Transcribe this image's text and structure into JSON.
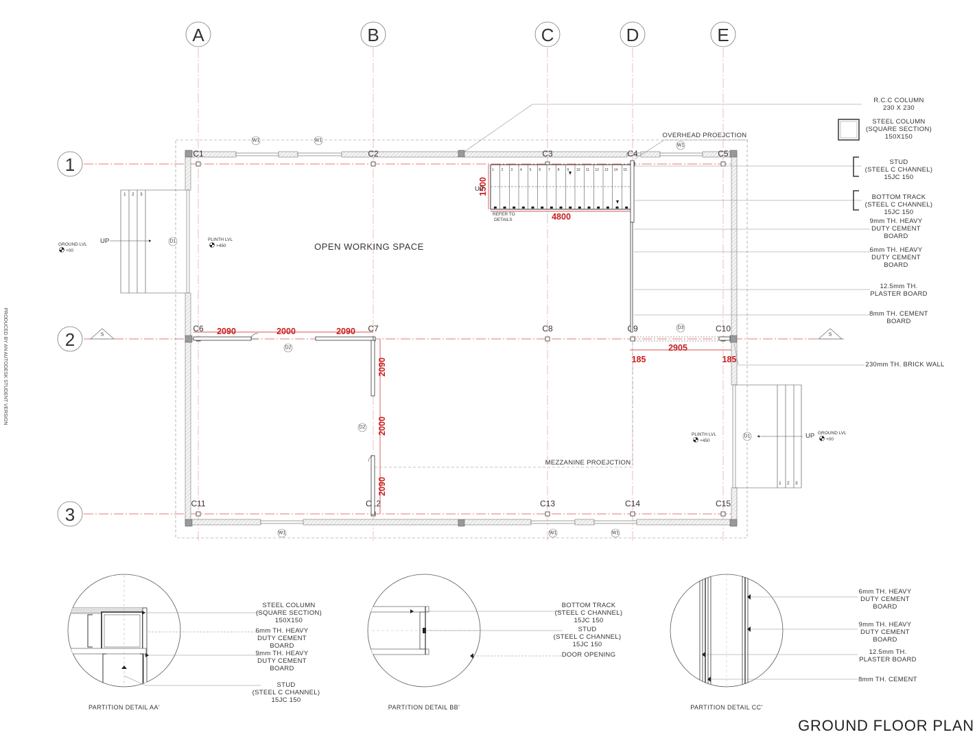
{
  "drawing": {
    "title": "GROUND FLOOR PLAN",
    "watermark": "PRODUCED BY AN AUTODESK STUDENT VERSION"
  },
  "grid_labels": {
    "columns": [
      "A",
      "B",
      "C",
      "D",
      "E"
    ],
    "rows": [
      "1",
      "2",
      "3"
    ]
  },
  "column_labels": [
    "C1",
    "C2",
    "C3",
    "C4",
    "C5",
    "C6",
    "C7",
    "C8",
    "C9",
    "C10",
    "C11",
    "C12",
    "C13",
    "C14",
    "C15"
  ],
  "room": {
    "name": "OPEN  WORKING SPACE"
  },
  "notes": {
    "overhead_projection": "OVERHEAD PROEJCTION",
    "mezzanine_projection": "MEZZANINE PROEJCTION",
    "refer_to": "REFER TO",
    "details": "DETAILS",
    "up": "UP",
    "ground_lvl": "GROUND LVL",
    "ground_lvl_value": "+00",
    "plinth_lvl": "PLINTH LVL",
    "plinth_lvl_value": "+450",
    "section_marker": "S"
  },
  "tags": {
    "window": "W1",
    "door1": "D1",
    "door2": "D2",
    "door3": "D3"
  },
  "dimensions": {
    "stair_run": "4800",
    "stair_width": "1500",
    "partition_c6_1": "2090",
    "partition_c6_2": "2000",
    "partition_c6_3": "2090",
    "partition_c7_1": "2090",
    "partition_c7_2": "2000",
    "partition_c7_3": "2090",
    "door_c9_c10": "2905",
    "offset_c9": "185",
    "offset_c10": "185"
  },
  "stair_numbers": [
    "1",
    "2",
    "3",
    "4",
    "5",
    "6",
    "7",
    "8",
    "9",
    "10",
    "11",
    "12",
    "13",
    "14",
    "15"
  ],
  "entry_steps": [
    "1",
    "2",
    "3"
  ],
  "legend": {
    "rcc_column": [
      "R.C.C COLUMN",
      "230 X 230"
    ],
    "steel_column": [
      "STEEL COLUMN",
      "(SQUARE SECTION)",
      "150X150"
    ],
    "stud": [
      "STUD",
      "(STEEL C CHANNEL)",
      "15JC 150"
    ],
    "bottom_track": [
      "BOTTOM TRACK",
      "(STEEL C CHANNEL)",
      "15JC 150"
    ],
    "board_9mm": [
      "9mm TH. HEAVY",
      "DUTY CEMENT",
      "BOARD"
    ],
    "board_6mm": [
      "6mm TH. HEAVY",
      "DUTY CEMENT",
      "BOARD"
    ],
    "plaster_board": [
      "12.5mm TH.",
      "PLASTER BOARD"
    ],
    "cement_board": [
      "8mm TH. CEMENT",
      "BOARD"
    ],
    "brick_wall": [
      "230mm TH. BRICK WALL"
    ]
  },
  "details": {
    "aa": {
      "caption": "PARTITION DETAIL AA'",
      "steel_column": [
        "STEEL COLUMN",
        "(SQUARE SECTION)",
        "150X150"
      ],
      "board_6mm": [
        "6mm TH. HEAVY",
        "DUTY CEMENT",
        "BOARD"
      ],
      "board_9mm": [
        "9mm TH. HEAVY",
        "DUTY CEMENT",
        "BOARD"
      ],
      "stud": [
        "STUD",
        "(STEEL C CHANNEL)",
        "15JC 150"
      ]
    },
    "bb": {
      "caption": "PARTITION DETAIL BB'",
      "bottom_track": [
        "BOTTOM TRACK",
        "(STEEL C CHANNEL)",
        "15JC 150"
      ],
      "stud": [
        "STUD",
        "(STEEL C CHANNEL)",
        "15JC 150"
      ],
      "door_opening": [
        "DOOR OPENING"
      ]
    },
    "cc": {
      "caption": "PARTITION DETAIL CC'",
      "board_6mm": [
        "6mm TH. HEAVY",
        "DUTY CEMENT",
        "BOARD"
      ],
      "board_9mm": [
        "9mm TH. HEAVY",
        "DUTY CEMENT",
        "BOARD"
      ],
      "plaster_board": [
        "12.5mm TH.",
        "PLASTER BOARD"
      ],
      "cement": [
        "8mm TH. CEMENT"
      ]
    }
  }
}
